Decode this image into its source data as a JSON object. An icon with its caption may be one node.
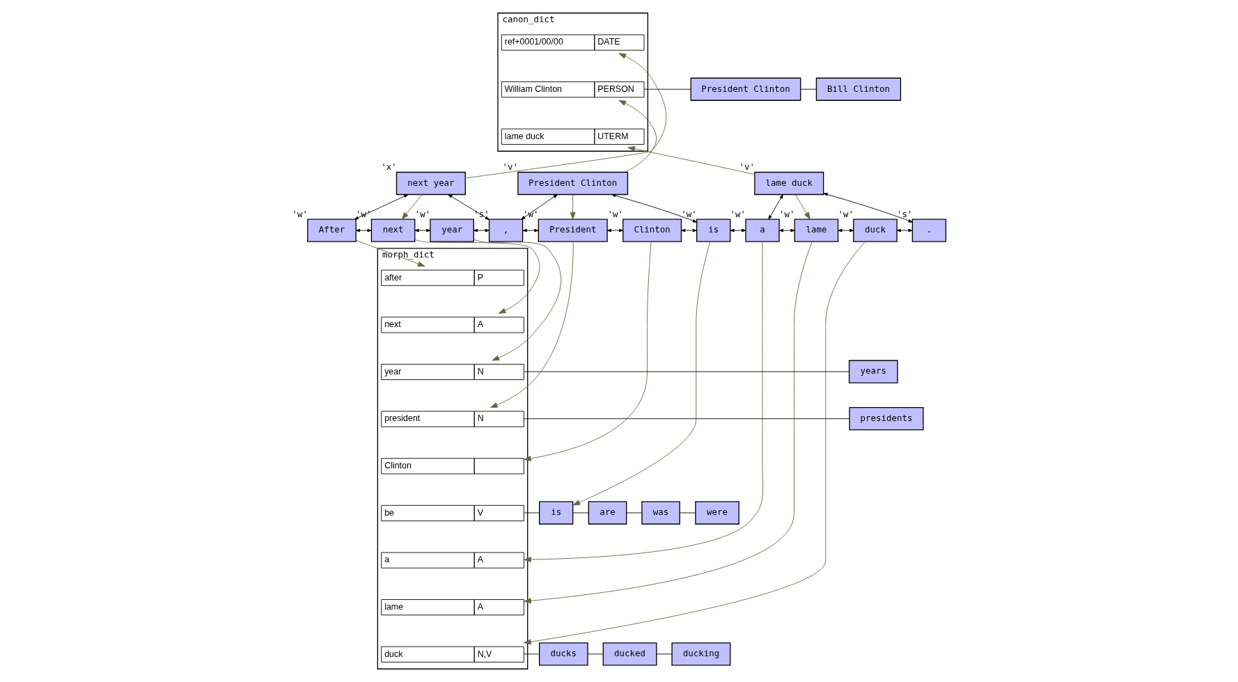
{
  "diagram": {
    "nodes": [
      {
        "text": [
          "canon_dict"
        ]
      },
      {
        "text": [
          "ref+0001/00/00",
          "DATE"
        ],
        "in": 0
      },
      {
        "text": [
          "William Clinton",
          "PERSON"
        ],
        "in": 0
      },
      {
        "text": [
          "lame duck",
          "UTERM"
        ],
        "in": 0
      },
      {
        "text": [
          "President Clinton"
        ]
      },
      {
        "text": [
          "Bill Clinton"
        ]
      },
      {
        "text": [
          "next year"
        ],
        "beside": [
          "'x'"
        ]
      },
      {
        "text": [
          "President Clinton"
        ],
        "beside": [
          "'v'"
        ]
      },
      {
        "text": [
          "lame duck"
        ],
        "beside": [
          "'v'"
        ]
      },
      {
        "text": [
          "After"
        ],
        "beside": [
          "'w'"
        ]
      },
      {
        "text": [
          "next"
        ],
        "beside": [
          "'w'"
        ]
      },
      {
        "text": [
          "year"
        ],
        "beside": [
          "'w'"
        ]
      },
      {
        "text": [
          ","
        ],
        "beside": [
          "'s'"
        ]
      },
      {
        "text": [
          "President"
        ],
        "beside": [
          "'w'"
        ]
      },
      {
        "text": [
          "Clinton"
        ],
        "beside": [
          "'w'"
        ]
      },
      {
        "text": [
          "is"
        ],
        "beside": [
          "'w'"
        ]
      },
      {
        "text": [
          "a"
        ],
        "beside": [
          "'w'"
        ]
      },
      {
        "text": [
          "lame"
        ],
        "beside": [
          "'w'"
        ]
      },
      {
        "text": [
          "duck"
        ],
        "beside": [
          "'w'"
        ]
      },
      {
        "text": [
          "."
        ],
        "beside": [
          "'s'"
        ]
      },
      {
        "text": [
          "morph_dict"
        ]
      },
      {
        "text": [
          "after",
          "P"
        ],
        "in": 20
      },
      {
        "text": [
          "next",
          "A"
        ],
        "in": 20
      },
      {
        "text": [
          "year",
          "N"
        ],
        "in": 20
      },
      {
        "text": [
          "president",
          "N"
        ],
        "in": 20
      },
      {
        "text": [
          "Clinton"
        ],
        "in": 20
      },
      {
        "text": [
          "be",
          "V"
        ],
        "in": 20
      },
      {
        "text": [
          "a",
          "A"
        ],
        "in": 20
      },
      {
        "text": [
          "lame",
          "A"
        ],
        "in": 20
      },
      {
        "text": [
          "duck",
          "N,V"
        ],
        "in": 20
      },
      {
        "text": [
          "years"
        ]
      },
      {
        "text": [
          "presidents"
        ]
      },
      {
        "text": [
          "is"
        ]
      },
      {
        "text": [
          "are"
        ]
      },
      {
        "text": [
          "was"
        ]
      },
      {
        "text": [
          "were"
        ]
      },
      {
        "text": [
          "ducks"
        ]
      },
      {
        "text": [
          "ducked"
        ]
      },
      {
        "text": [
          "ducking"
        ]
      }
    ],
    "edges": [
      {
        "from": 6,
        "to": 1,
        "arrow": "to",
        "color": "#666644"
      },
      {
        "from": 7,
        "to": 2,
        "arrow": "to",
        "color": "#666644"
      },
      {
        "from": 8,
        "to": 3,
        "arrow": "to",
        "color": "#666644"
      },
      {
        "from": 2,
        "to": 4,
        "arrow": "none"
      },
      {
        "from": 4,
        "to": 5,
        "arrow": "none"
      },
      {
        "from": 6,
        "to": 9,
        "arrow": "both"
      },
      {
        "from": 6,
        "to": 10,
        "arrow": "to",
        "color": "#666644"
      },
      {
        "from": 6,
        "to": 12,
        "arrow": "both"
      },
      {
        "from": 7,
        "to": 12,
        "arrow": "both"
      },
      {
        "from": 7,
        "to": 13,
        "arrow": "to",
        "color": "#666644"
      },
      {
        "from": 7,
        "to": 15,
        "arrow": "both"
      },
      {
        "from": 8,
        "to": 16,
        "arrow": "both"
      },
      {
        "from": 8,
        "to": 17,
        "arrow": "to",
        "color": "#666644"
      },
      {
        "from": 8,
        "to": 19,
        "arrow": "both"
      },
      {
        "from": 9,
        "to": 10,
        "arrow": "both"
      },
      {
        "from": 10,
        "to": 11,
        "arrow": "both"
      },
      {
        "from": 11,
        "to": 12,
        "arrow": "both"
      },
      {
        "from": 12,
        "to": 13,
        "arrow": "both"
      },
      {
        "from": 13,
        "to": 14,
        "arrow": "both"
      },
      {
        "from": 14,
        "to": 15,
        "arrow": "both"
      },
      {
        "from": 15,
        "to": 16,
        "arrow": "both"
      },
      {
        "from": 16,
        "to": 17,
        "arrow": "both"
      },
      {
        "from": 17,
        "to": 18,
        "arrow": "both"
      },
      {
        "from": 18,
        "to": 19,
        "arrow": "both"
      },
      {
        "from": 9,
        "to": 21,
        "arrow": "to",
        "color": "#666644"
      },
      {
        "from": 10,
        "to": 22,
        "arrow": "to",
        "color": "#666644"
      },
      {
        "from": 11,
        "to": 23,
        "arrow": "to",
        "color": "#666644"
      },
      {
        "from": 13,
        "to": 24,
        "arrow": "to",
        "color": "#666644"
      },
      {
        "from": 14,
        "to": 25,
        "arrow": "to",
        "color": "#666644"
      },
      {
        "from": 15,
        "to": 32,
        "arrow": "to",
        "color": "#666644"
      },
      {
        "from": 16,
        "to": 27,
        "arrow": "to",
        "color": "#666644"
      },
      {
        "from": 17,
        "to": 28,
        "arrow": "to",
        "color": "#666644"
      },
      {
        "from": 18,
        "to": 29,
        "arrow": "to",
        "color": "#666644"
      },
      {
        "from": 23,
        "to": 30,
        "arrow": "none"
      },
      {
        "from": 24,
        "to": 31,
        "arrow": "none"
      },
      {
        "from": 26,
        "to": 32,
        "arrow": "none"
      },
      {
        "from": 32,
        "to": 33,
        "arrow": "none"
      },
      {
        "from": 33,
        "to": 34,
        "arrow": "none"
      },
      {
        "from": 34,
        "to": 35,
        "arrow": "none"
      },
      {
        "from": 29,
        "to": 36,
        "arrow": "none"
      },
      {
        "from": 36,
        "to": 37,
        "arrow": "none"
      },
      {
        "from": 37,
        "to": 38,
        "arrow": "none"
      }
    ]
  }
}
